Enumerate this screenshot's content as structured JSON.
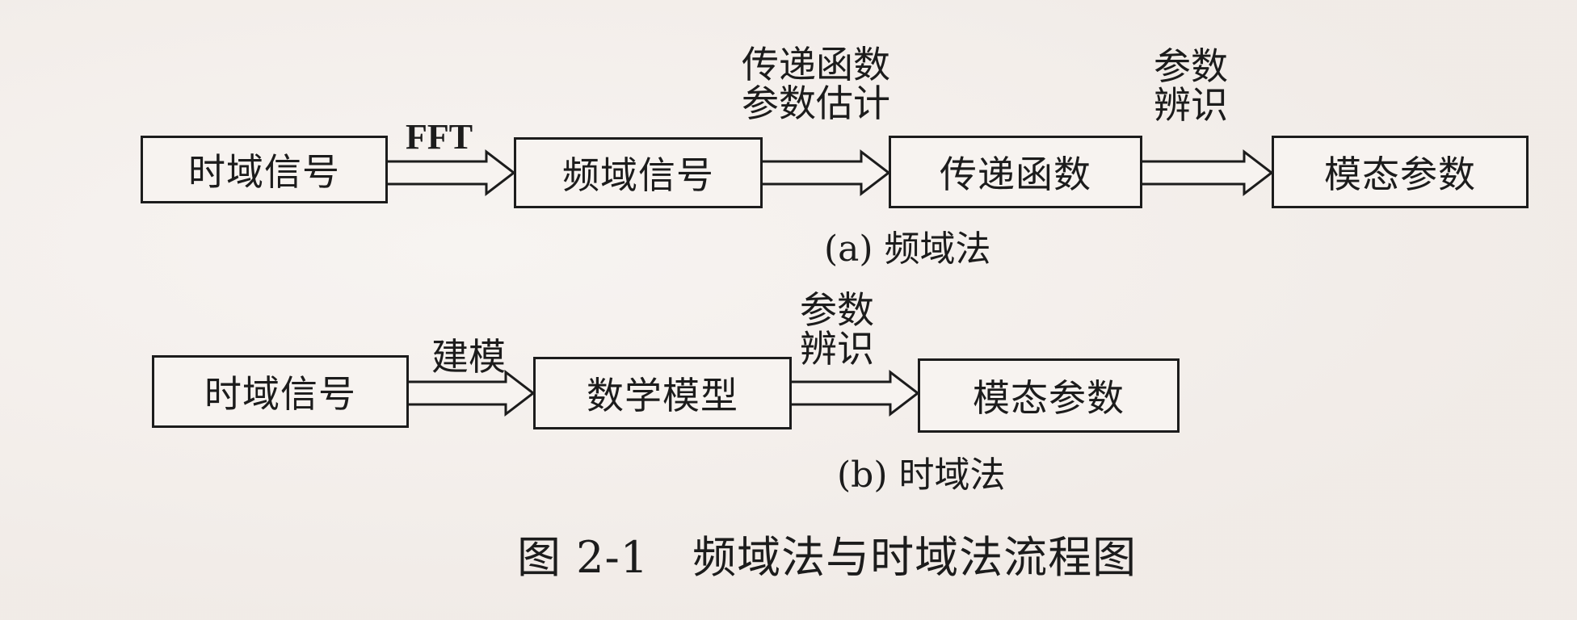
{
  "diagram_a": {
    "nodes": [
      "时域信号",
      "频域信号",
      "传递函数",
      "模态参数"
    ],
    "edges": [
      {
        "label_lines": [
          "FFT"
        ]
      },
      {
        "label_lines": [
          "传递函数",
          "参数估计"
        ]
      },
      {
        "label_lines": [
          "参数",
          "辨识"
        ]
      }
    ],
    "caption": "(a) 频域法"
  },
  "diagram_b": {
    "nodes": [
      "时域信号",
      "数学模型",
      "模态参数"
    ],
    "edges": [
      {
        "label_lines": [
          "建模"
        ]
      },
      {
        "label_lines": [
          "参数",
          "辨识"
        ]
      }
    ],
    "caption": "(b) 时域法"
  },
  "figure": {
    "number": "图 2-1",
    "title": "频域法与时域法流程图"
  }
}
